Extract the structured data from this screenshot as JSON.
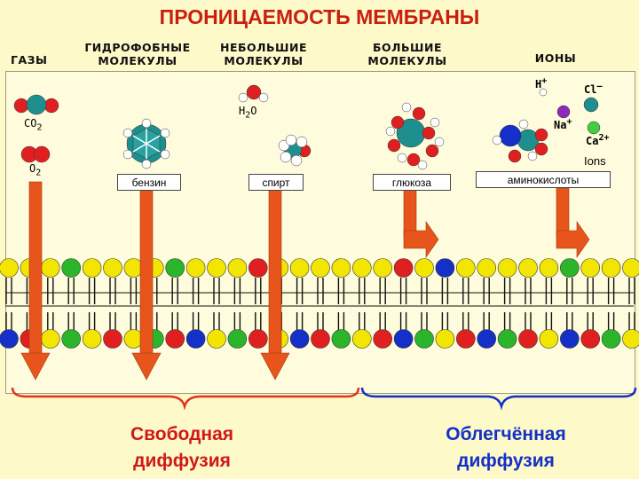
{
  "title": "ПРОНИЦАЕМОСТЬ МЕМБРАНЫ",
  "categories": {
    "gases": "ГАЗЫ",
    "hydrophobic_line1": "ГИДРОФОБНЫЕ",
    "hydrophobic_line2": "МОЛЕКУЛЫ",
    "small_line1": "НЕБОЛЬШИЕ",
    "small_line2": "МОЛЕКУЛЫ",
    "large_line1": "БОЛЬШИЕ",
    "large_line2": "МОЛЕКУЛЫ",
    "ions": "ИОНЫ"
  },
  "formulas": {
    "co2": "CO",
    "co2_sub": "2",
    "o2": "O",
    "o2_sub": "2",
    "h2o_h": "H",
    "h2o_sub": "2",
    "h2o_o": "O",
    "h_ion": "H",
    "h_charge": "+",
    "cl_ion": "Cl",
    "cl_charge": "—",
    "na_ion": "Na",
    "na_charge": "+",
    "ca_ion": "Ca",
    "ca_charge": "2+",
    "ions_caption": "Ions"
  },
  "labels": {
    "benzene": "бензин",
    "alcohol": "спирт",
    "glucose": "глюкоза",
    "amino_acids": "аминокислоты"
  },
  "bottom": {
    "free_line1": "Свободная",
    "free_line2": "диффузия",
    "facilitated_line1": "Облегчённая",
    "facilitated_line2": "диффузия"
  },
  "colors": {
    "title": "#C8200F",
    "arrow": "#E8551C",
    "free_bracket": "#E83020",
    "facilitated_bracket": "#1530C8",
    "free_text": "#D01818",
    "facilitated_text": "#1530C8"
  }
}
